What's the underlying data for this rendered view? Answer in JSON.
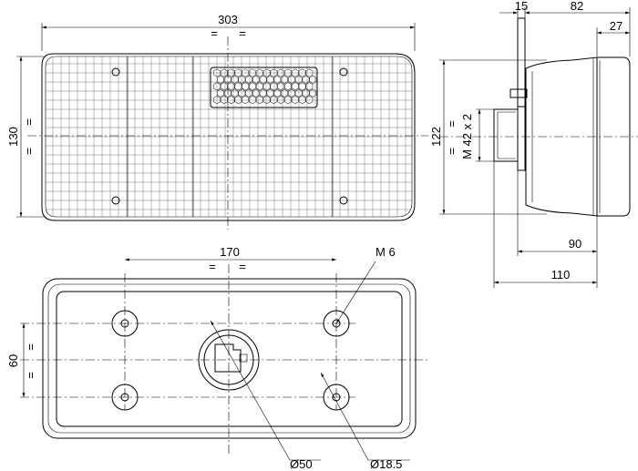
{
  "dimensions": {
    "front_width": "303",
    "front_height": "130",
    "side_flange": "15",
    "side_depth_top": "82",
    "side_lens": "27",
    "side_height": "122",
    "thread": "M 42 x 2",
    "side_depth_90": "90",
    "side_depth_110": "110",
    "hole_spacing_x": "170",
    "hole_spacing_y": "60",
    "screw": "M 6",
    "center_hole": "Ø50",
    "screw_hole": "Ø18.5"
  },
  "equal_mark": "="
}
